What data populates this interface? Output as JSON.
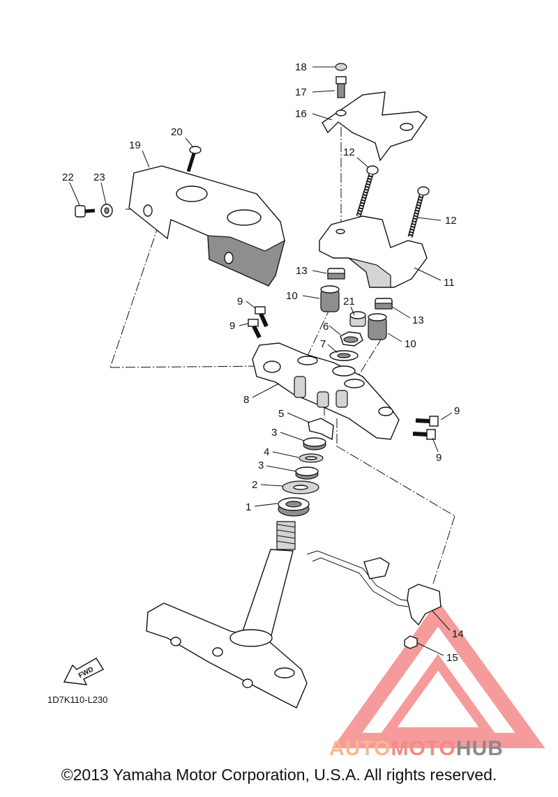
{
  "diagram": {
    "drawing_code": "1D7K110-L230",
    "fwd_label": "FWD",
    "copyright": "©2013 Yamaha Motor Corporation, U.S.A. All rights reserved.",
    "watermark": {
      "part1": "AUTO",
      "part2": "MOTO",
      "part3": "HUB",
      "colors": {
        "auto": "#f6b88f",
        "moto": "#f28a86",
        "hub": "#8a8a8a"
      }
    },
    "callouts": [
      {
        "id": "c18",
        "label": "18"
      },
      {
        "id": "c17",
        "label": "17"
      },
      {
        "id": "c16",
        "label": "16"
      },
      {
        "id": "c20",
        "label": "20"
      },
      {
        "id": "c19",
        "label": "19"
      },
      {
        "id": "c22",
        "label": "22"
      },
      {
        "id": "c23",
        "label": "23"
      },
      {
        "id": "c12a",
        "label": "12"
      },
      {
        "id": "c12b",
        "label": "12"
      },
      {
        "id": "c11",
        "label": "11"
      },
      {
        "id": "c13a",
        "label": "13"
      },
      {
        "id": "c13b",
        "label": "13"
      },
      {
        "id": "c10a",
        "label": "10"
      },
      {
        "id": "c10b",
        "label": "10"
      },
      {
        "id": "c21",
        "label": "21"
      },
      {
        "id": "c9a",
        "label": "9"
      },
      {
        "id": "c9b",
        "label": "9"
      },
      {
        "id": "c9c",
        "label": "9"
      },
      {
        "id": "c9d",
        "label": "9"
      },
      {
        "id": "c6",
        "label": "6"
      },
      {
        "id": "c7",
        "label": "7"
      },
      {
        "id": "c8",
        "label": "8"
      },
      {
        "id": "c5",
        "label": "5"
      },
      {
        "id": "c3a",
        "label": "3"
      },
      {
        "id": "c4",
        "label": "4"
      },
      {
        "id": "c3b",
        "label": "3"
      },
      {
        "id": "c2",
        "label": "2"
      },
      {
        "id": "c1",
        "label": "1"
      },
      {
        "id": "c14",
        "label": "14"
      },
      {
        "id": "c15",
        "label": "15"
      }
    ]
  }
}
